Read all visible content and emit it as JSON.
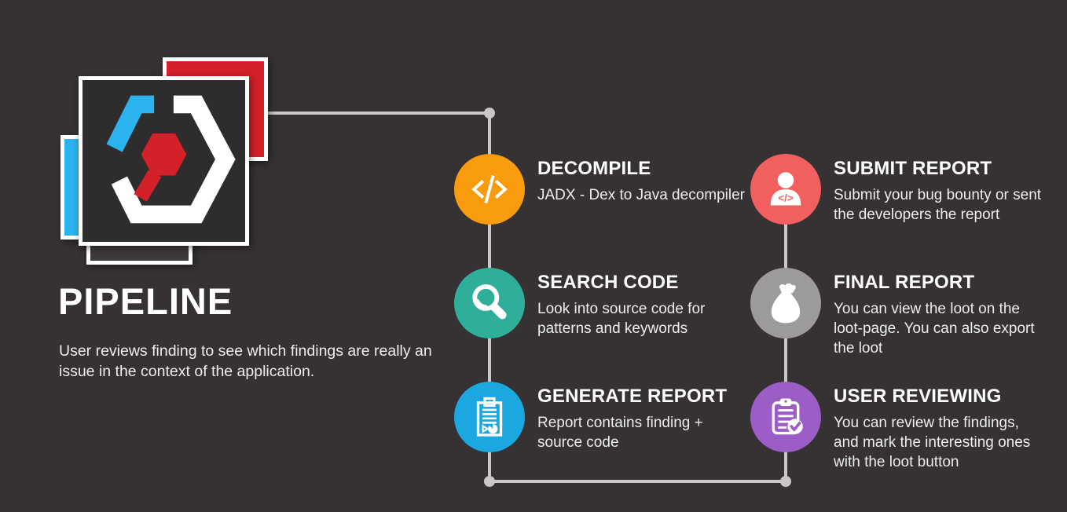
{
  "background_color": "#363233",
  "connector_color": "#c9c7c7",
  "logo": {
    "name": "hexagon-code-logo",
    "main_square_bg": "#2f2c2d",
    "red_square_color": "#d32029",
    "cyan_rect_color": "#2bb3ef",
    "hexagon_colors": {
      "cyan": "#2bb3ef",
      "white": "#ffffff",
      "red": "#d32029"
    }
  },
  "header": {
    "title": "PIPELINE",
    "description": "User reviews finding to see which findings are really an\nissue in the context of the application."
  },
  "steps": [
    {
      "id": "decompile",
      "title": "DECOMPILE",
      "description": "JADX - Dex to Java decompiler",
      "color": "#f89c0d",
      "icon": "code-icon"
    },
    {
      "id": "search-code",
      "title": "SEARCH CODE",
      "description": "Look into source code for\npatterns and keywords",
      "color": "#2fae9a",
      "icon": "search-icon"
    },
    {
      "id": "generate-report",
      "title": "GENERATE REPORT",
      "description": "Report contains finding +\nsource code",
      "color": "#1ba7e0",
      "icon": "report-clipboard-icon"
    },
    {
      "id": "submit-report",
      "title": "SUBMIT REPORT",
      "description": "Submit your bug bounty or sent\nthe developers the report",
      "color": "#f25f5f",
      "icon": "developer-person-icon"
    },
    {
      "id": "final-report",
      "title": "FINAL REPORT",
      "description": "You can view the loot on the\nloot-page. You can also export\nthe loot",
      "color": "#9c9a9a",
      "icon": "loot-bag-icon"
    },
    {
      "id": "user-reviewing",
      "title": "USER REVIEWING",
      "description": "You can review the findings,\nand mark the interesting ones\nwith the loot button",
      "color": "#9c5ec6",
      "icon": "clipboard-check-icon"
    }
  ]
}
